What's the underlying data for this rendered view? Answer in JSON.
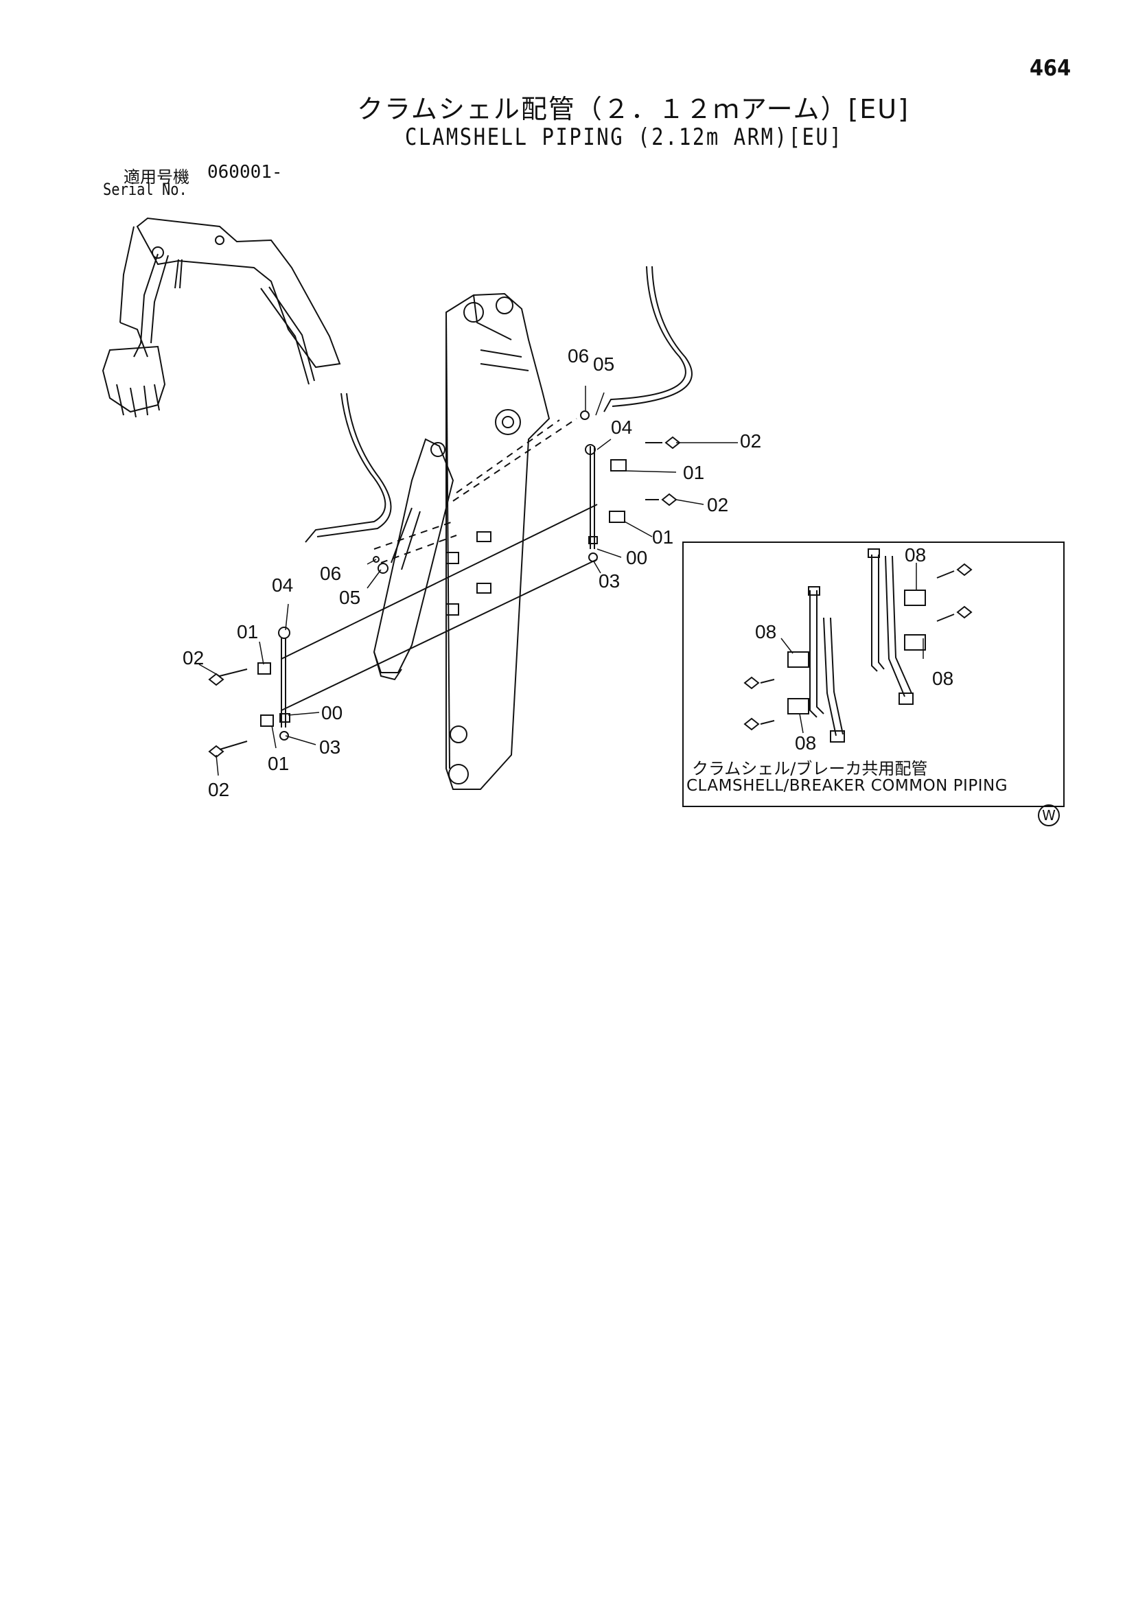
{
  "page_number": "464",
  "title": {
    "jp": "クラムシェル配管（２．１２ｍアーム）[EU]",
    "en": "CLAMSHELL PIPING (2.12m ARM)[EU]"
  },
  "serial": {
    "jp_label": "適用号機",
    "value": "060001-",
    "en_label": "Serial No."
  },
  "part_labels": [
    "00",
    "01",
    "02",
    "03",
    "04",
    "05",
    "06",
    "08"
  ],
  "inset": {
    "caption_jp": "クラムシェル/ブレーカ共用配管",
    "caption_en": "CLAMSHELL/BREAKER COMMON PIPING"
  },
  "corner_mark": "W"
}
